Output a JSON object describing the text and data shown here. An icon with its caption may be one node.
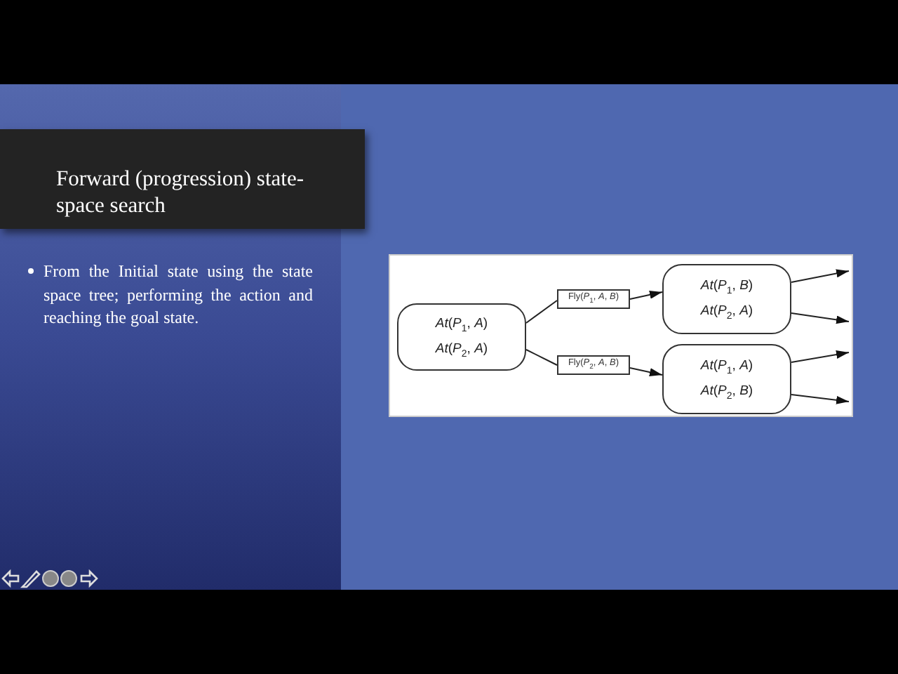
{
  "diagram": {
    "title": "Forward (progression) state-space search",
    "nodes": [
      {
        "text": [
          "*At*(*P*$_{1}$, *A*)",
          "*At*(*P*$_{2}$, *A*)"
        ]
      },
      {
        "text": [
          "Fly(*P*$_{1}$, *A*, *B*)"
        ]
      },
      {
        "text": [
          "*At*(*P*$_{1}$, *B*)",
          "*At*(*P*$_{2}$, *A*)"
        ]
      },
      {
        "text": [
          "Fly(*P*$_{2}$, *A*, *B*)"
        ]
      },
      {
        "text": [
          "*At*(*P*$_{1}$, *A*)",
          "*At*(*P*$_{2}$, *B*)"
        ]
      }
    ],
    "edges": [
      {
        "from": 0,
        "to": 1,
        "arrow": "none"
      },
      {
        "from": 1,
        "to": 2,
        "arrow": "to"
      },
      {
        "from": 0,
        "to": 3,
        "arrow": "none"
      },
      {
        "from": 3,
        "to": 4,
        "arrow": "to"
      },
      {
        "from": 2,
        "to": null,
        "arrow": "to"
      },
      {
        "from": 2,
        "to": null,
        "arrow": "to"
      },
      {
        "from": 4,
        "to": null,
        "arrow": "to"
      },
      {
        "from": 4,
        "to": null,
        "arrow": "to"
      }
    ],
    "labels": [
      "From the Initial state using the state space tree; performing the action and reaching the goal state."
    ]
  }
}
